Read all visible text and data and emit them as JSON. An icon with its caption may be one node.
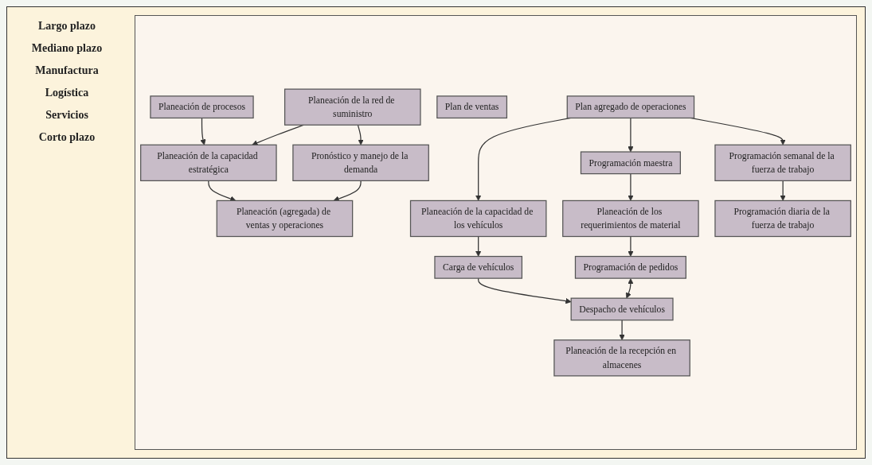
{
  "diagram": {
    "nodes": [
      {
        "text": [
          "Planeación de procesos"
        ]
      },
      {
        "text": [
          "Planeación de la red de suministro"
        ]
      },
      {
        "text": [
          "Planeación de la capacidad estratégica"
        ]
      },
      {
        "text": [
          "Pronóstico y manejo de la demanda"
        ]
      },
      {
        "text": [
          "Planeación (agregada) de ventas y operaciones"
        ]
      },
      {
        "text": [
          "Plan de ventas"
        ]
      },
      {
        "text": [
          "Plan agregado de operaciones"
        ]
      },
      {
        "text": [
          "Programación maestra"
        ]
      },
      {
        "text": [
          "Planeación de la capacidad de los vehículos"
        ]
      },
      {
        "text": [
          "Programación semanal de la fuerza de trabajo"
        ]
      },
      {
        "text": [
          "Planeación de los requerimientos de material"
        ]
      },
      {
        "text": [
          "Carga de vehículos"
        ]
      },
      {
        "text": [
          "Programación de pedidos"
        ]
      },
      {
        "text": [
          "Despacho de vehículos"
        ]
      },
      {
        "text": [
          "Programación diaria de la fuerza de trabajo"
        ]
      },
      {
        "text": [
          "Planeación de la recepción en almacenes"
        ]
      }
    ],
    "edges": [
      {
        "from": 0,
        "to": 2,
        "arrow": "to"
      },
      {
        "from": 1,
        "to": 2,
        "arrow": "to"
      },
      {
        "from": 1,
        "to": 3,
        "arrow": "to"
      },
      {
        "from": 2,
        "to": 4,
        "arrow": "to"
      },
      {
        "from": 3,
        "to": 4,
        "arrow": "to"
      },
      {
        "from": 6,
        "to": 7,
        "arrow": "to"
      },
      {
        "from": 6,
        "to": 8,
        "arrow": "to"
      },
      {
        "from": 6,
        "to": 9,
        "arrow": "to"
      },
      {
        "from": 7,
        "to": 10,
        "arrow": "to"
      },
      {
        "from": 8,
        "to": 11,
        "arrow": "to"
      },
      {
        "from": 10,
        "to": 12,
        "arrow": "to"
      },
      {
        "from": 11,
        "to": 13,
        "arrow": "to"
      },
      {
        "from": 12,
        "to": 13,
        "arrow": "both"
      },
      {
        "from": 13,
        "to": 15,
        "arrow": "to"
      },
      {
        "from": 9,
        "to": 14,
        "arrow": "to"
      }
    ],
    "labels": [
      "Largo plazo",
      "Mediano plazo",
      "Manufactura",
      "Logística",
      "Servicios",
      "Corto plazo"
    ]
  }
}
